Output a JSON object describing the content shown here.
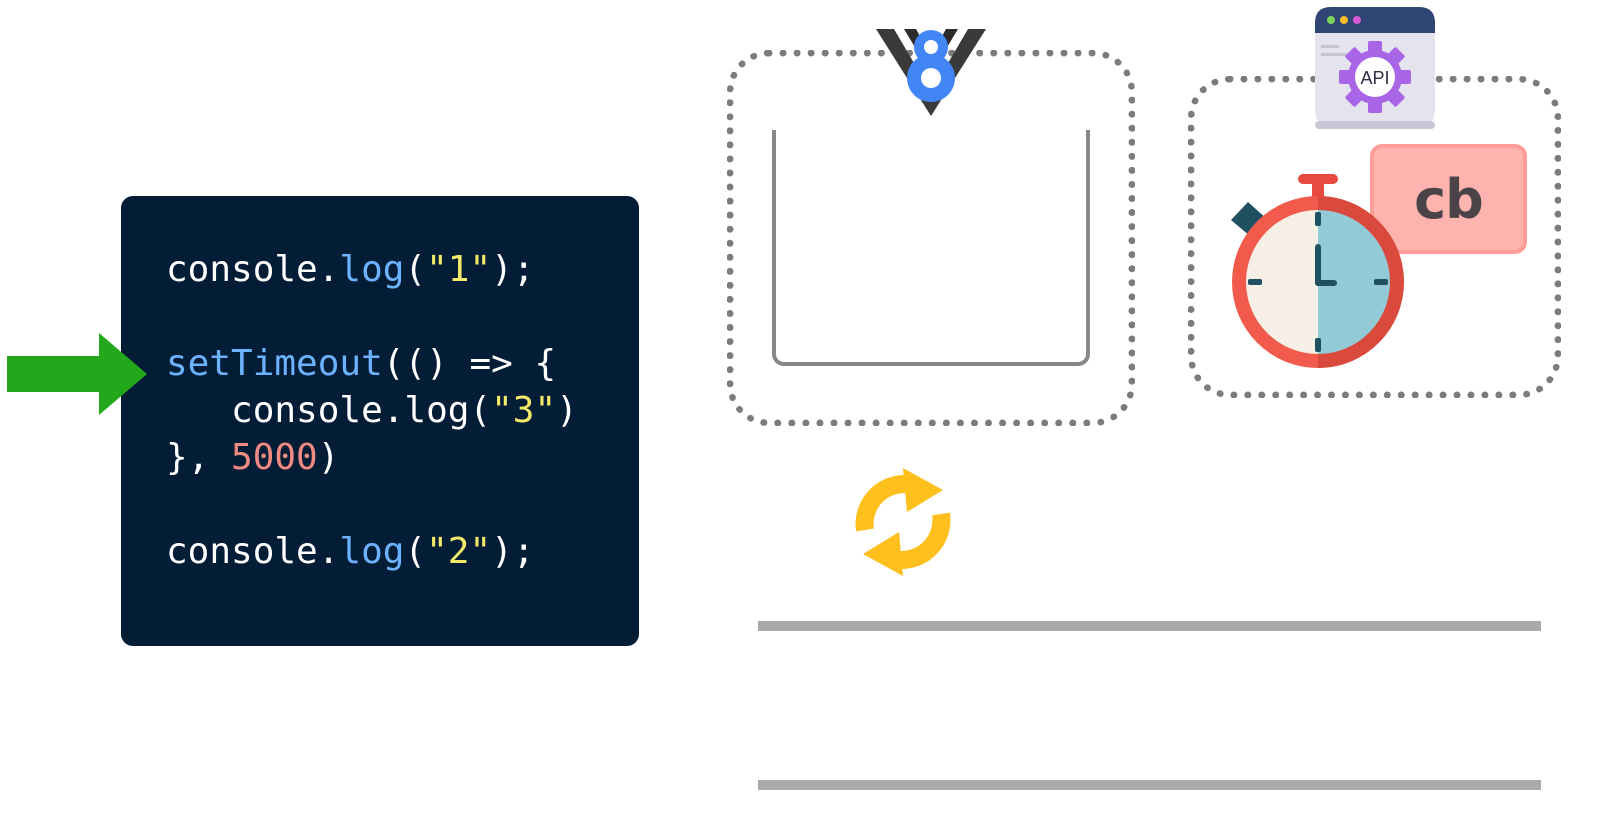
{
  "code": {
    "lines": [
      {
        "tokens": [
          {
            "text": "console.",
            "type": "plain"
          },
          {
            "text": "log",
            "type": "fn"
          },
          {
            "text": "(",
            "type": "plain"
          },
          {
            "text": "\"1\"",
            "type": "str"
          },
          {
            "text": ");",
            "type": "plain"
          }
        ]
      },
      {
        "tokens": [
          {
            "text": "setTimeout",
            "type": "fn"
          },
          {
            "text": "(() => {",
            "type": "plain"
          }
        ]
      },
      {
        "tokens": [
          {
            "text": "   console.log(",
            "type": "plain"
          },
          {
            "text": "\"3\"",
            "type": "str"
          },
          {
            "text": ")",
            "type": "plain"
          }
        ]
      },
      {
        "tokens": [
          {
            "text": "}, ",
            "type": "plain"
          },
          {
            "text": "5000",
            "type": "num"
          },
          {
            "text": ")",
            "type": "plain"
          }
        ]
      },
      {
        "tokens": [
          {
            "text": "console.",
            "type": "plain"
          },
          {
            "text": "log",
            "type": "fn"
          },
          {
            "text": "(",
            "type": "plain"
          },
          {
            "text": "\"2\"",
            "type": "str"
          },
          {
            "text": ");",
            "type": "plain"
          }
        ]
      }
    ]
  },
  "current_line_indicator": {
    "icon": "green-arrow-icon",
    "color": "#22a81a",
    "line": 2
  },
  "engine": {
    "icon": "v8-logo-icon"
  },
  "web_api": {
    "icon": "api-gear-icon",
    "api_badge": "API",
    "timer_icon": "stopwatch-icon",
    "callback_label": "cb"
  },
  "event_loop": {
    "icon": "refresh-cycle-icon",
    "color": "#ffc01d"
  },
  "colors": {
    "code_background": "#041d36",
    "code_function": "#6cb2ff",
    "code_string": "#f3ea6a",
    "code_number": "#f08b82",
    "callback_badge": "#ffb3ae"
  }
}
